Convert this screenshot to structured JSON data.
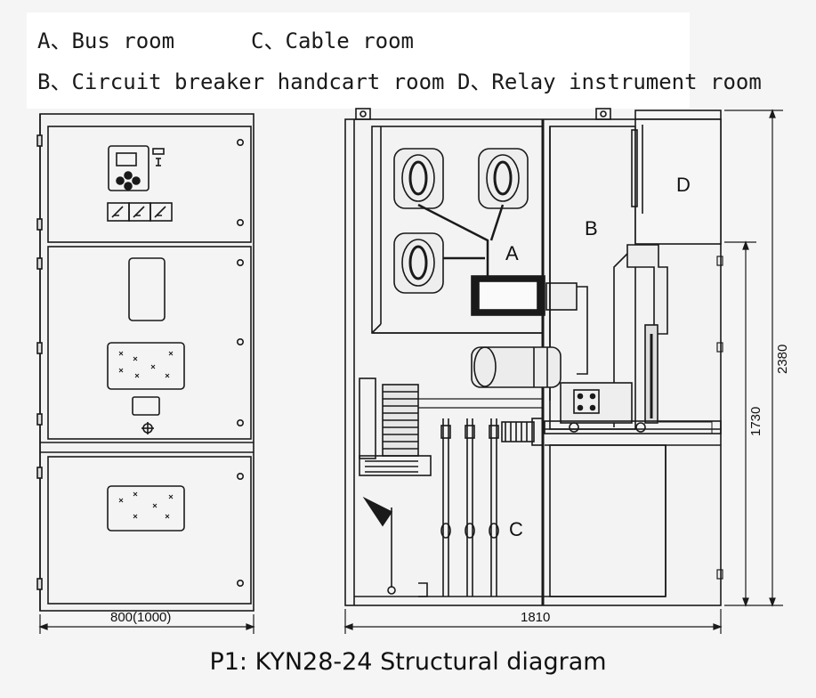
{
  "legend": {
    "a": "A、Bus room",
    "c": "C、Cable room",
    "b": "B、Circuit breaker handcart room",
    "d": "D、Relay instrument room"
  },
  "rooms": {
    "a": "A",
    "b": "B",
    "c": "C",
    "d": "D"
  },
  "dimensions": {
    "front_width": "800(1000)",
    "side_depth": "1810",
    "total_height": "2380",
    "lower_height": "1730"
  },
  "caption": "P1: KYN28-24 Structural diagram",
  "colors": {
    "line": "#1a1a1a",
    "panel": "#f0f0f0",
    "background": "#f5f5f5"
  }
}
